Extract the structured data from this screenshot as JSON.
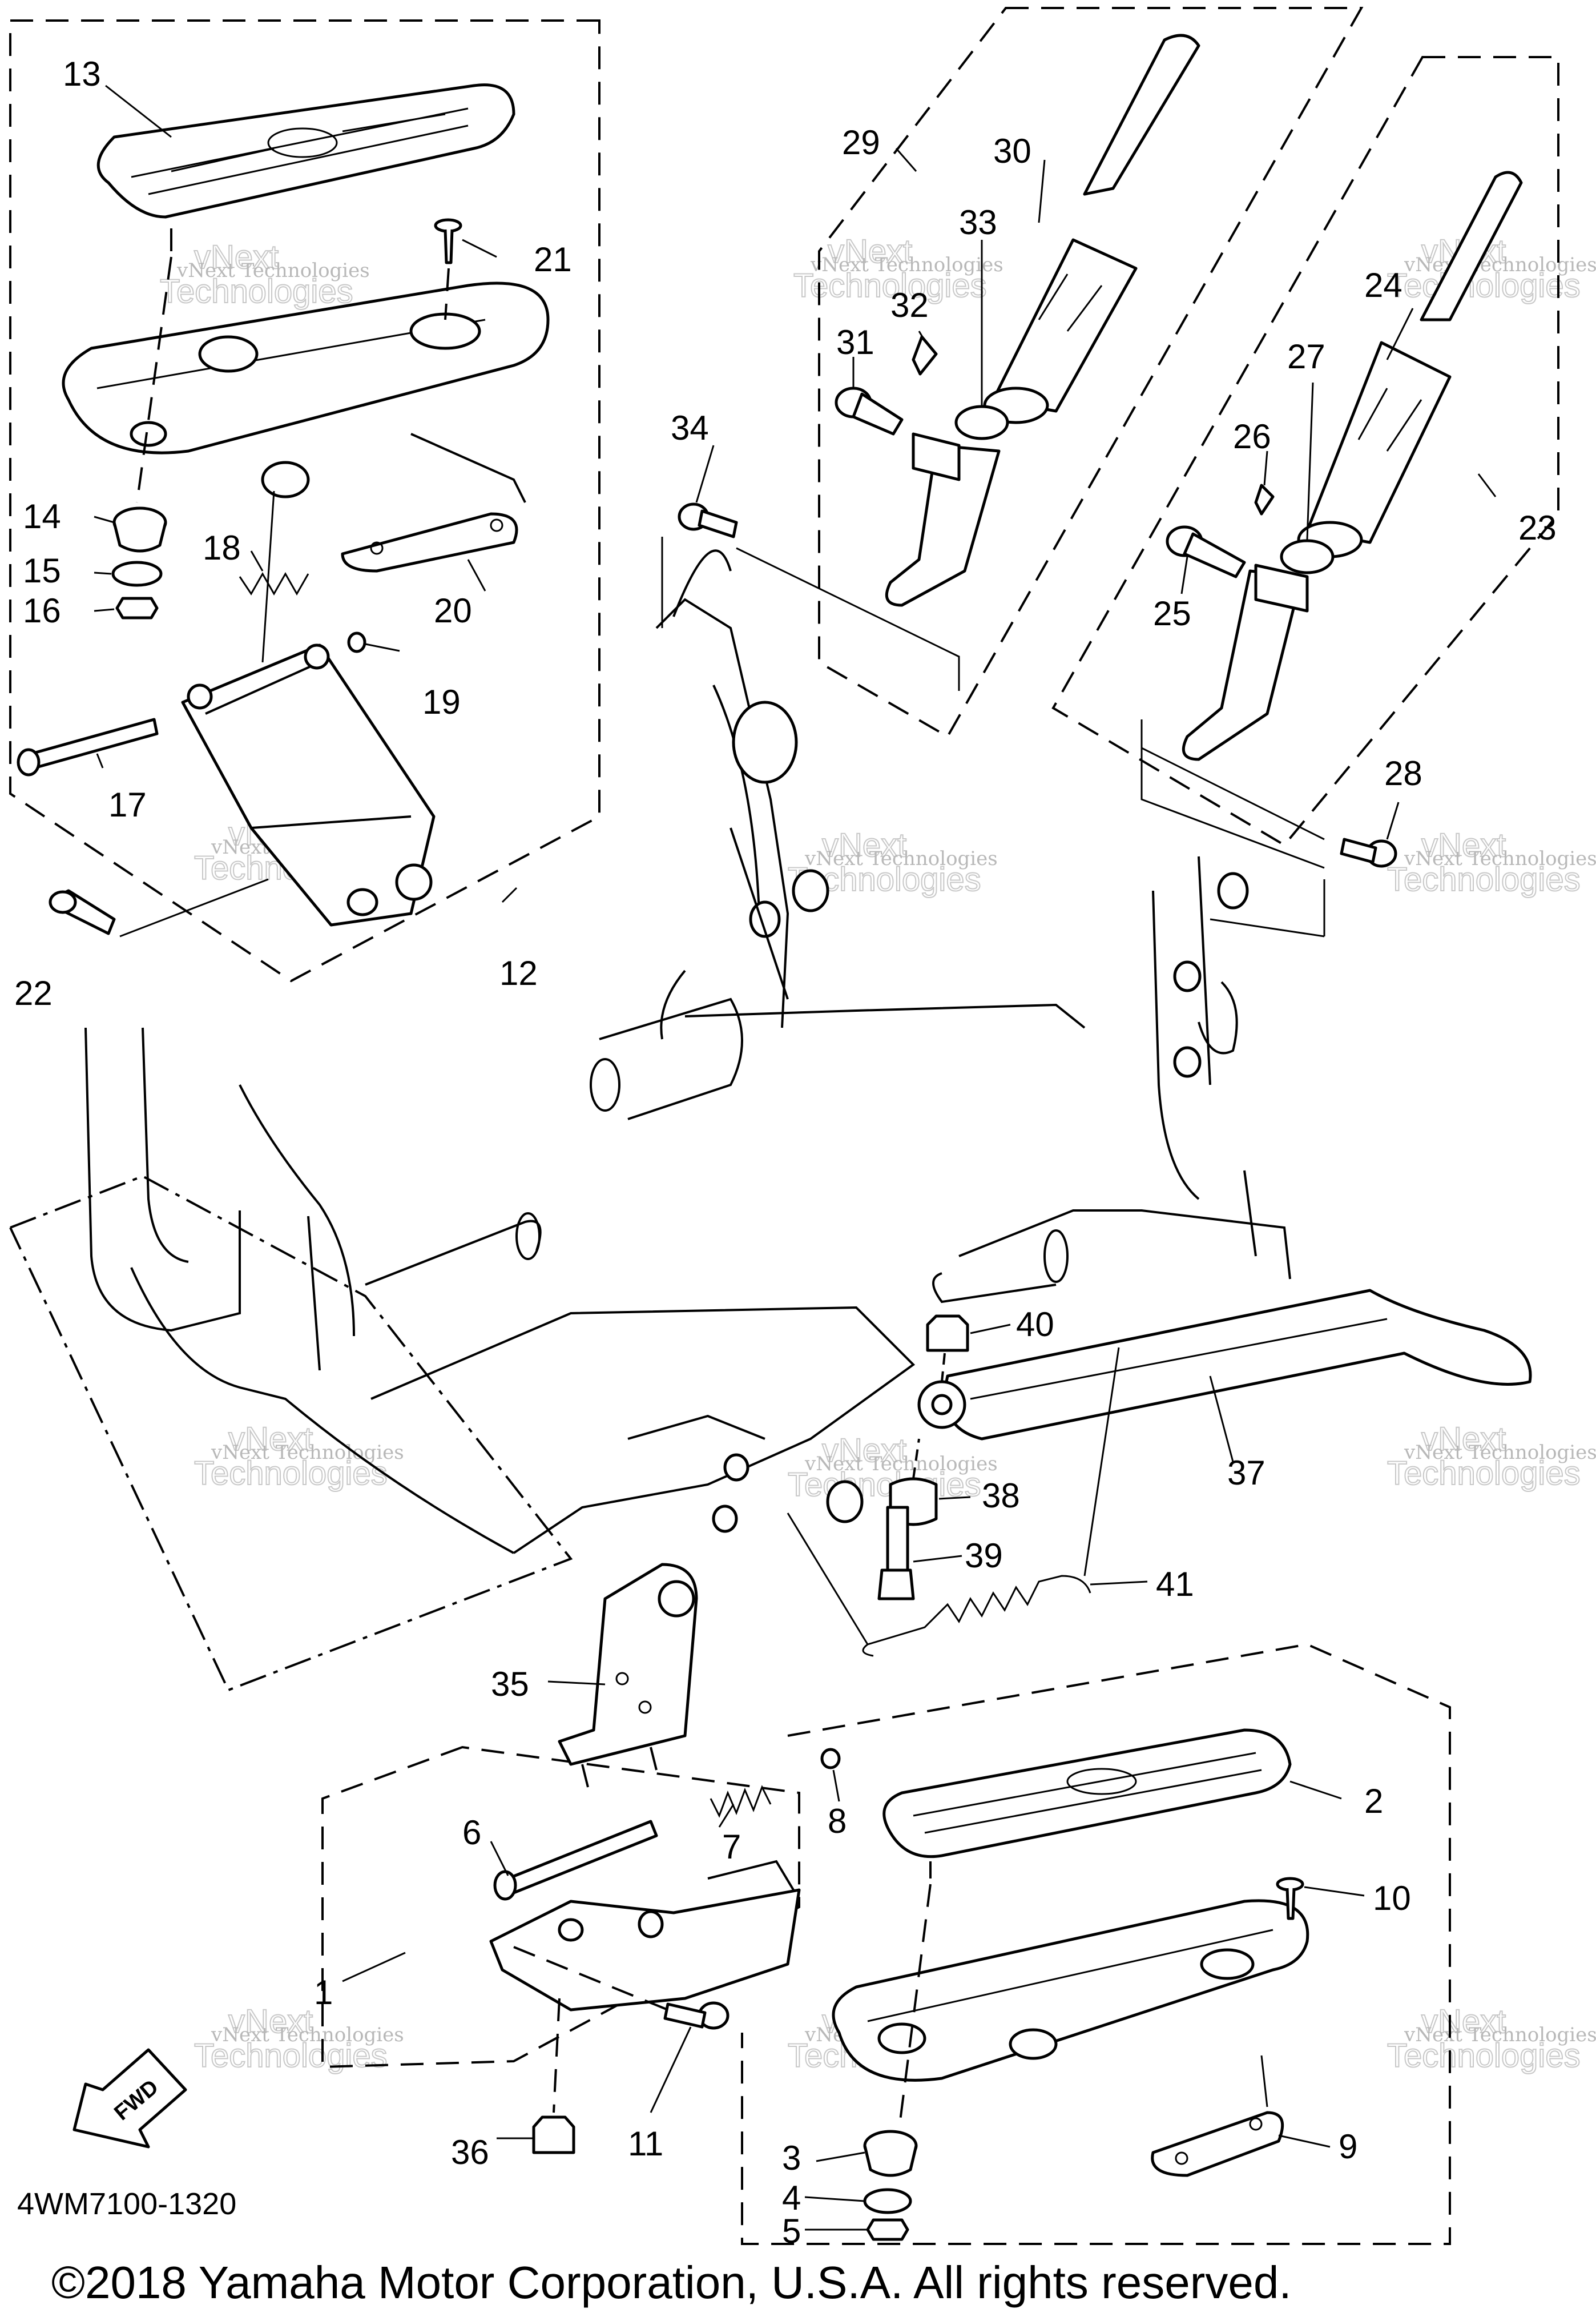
{
  "diagram": {
    "part_code": "4WM7100-1320",
    "copyright": "©2018 Yamaha Motor Corporation, U.S.A. All rights reserved.",
    "fwd_label": "FWD",
    "watermark_line1": "vNext Technologies",
    "watermark_line2": "vNext",
    "watermark_line3": "Technologies",
    "callouts": [
      "1",
      "2",
      "3",
      "4",
      "5",
      "6",
      "7",
      "8",
      "9",
      "10",
      "11",
      "12",
      "13",
      "14",
      "15",
      "16",
      "17",
      "18",
      "19",
      "20",
      "21",
      "22",
      "23",
      "24",
      "25",
      "26",
      "27",
      "28",
      "29",
      "30",
      "31",
      "32",
      "33",
      "34",
      "35",
      "36",
      "37",
      "38",
      "39",
      "40",
      "41"
    ]
  }
}
